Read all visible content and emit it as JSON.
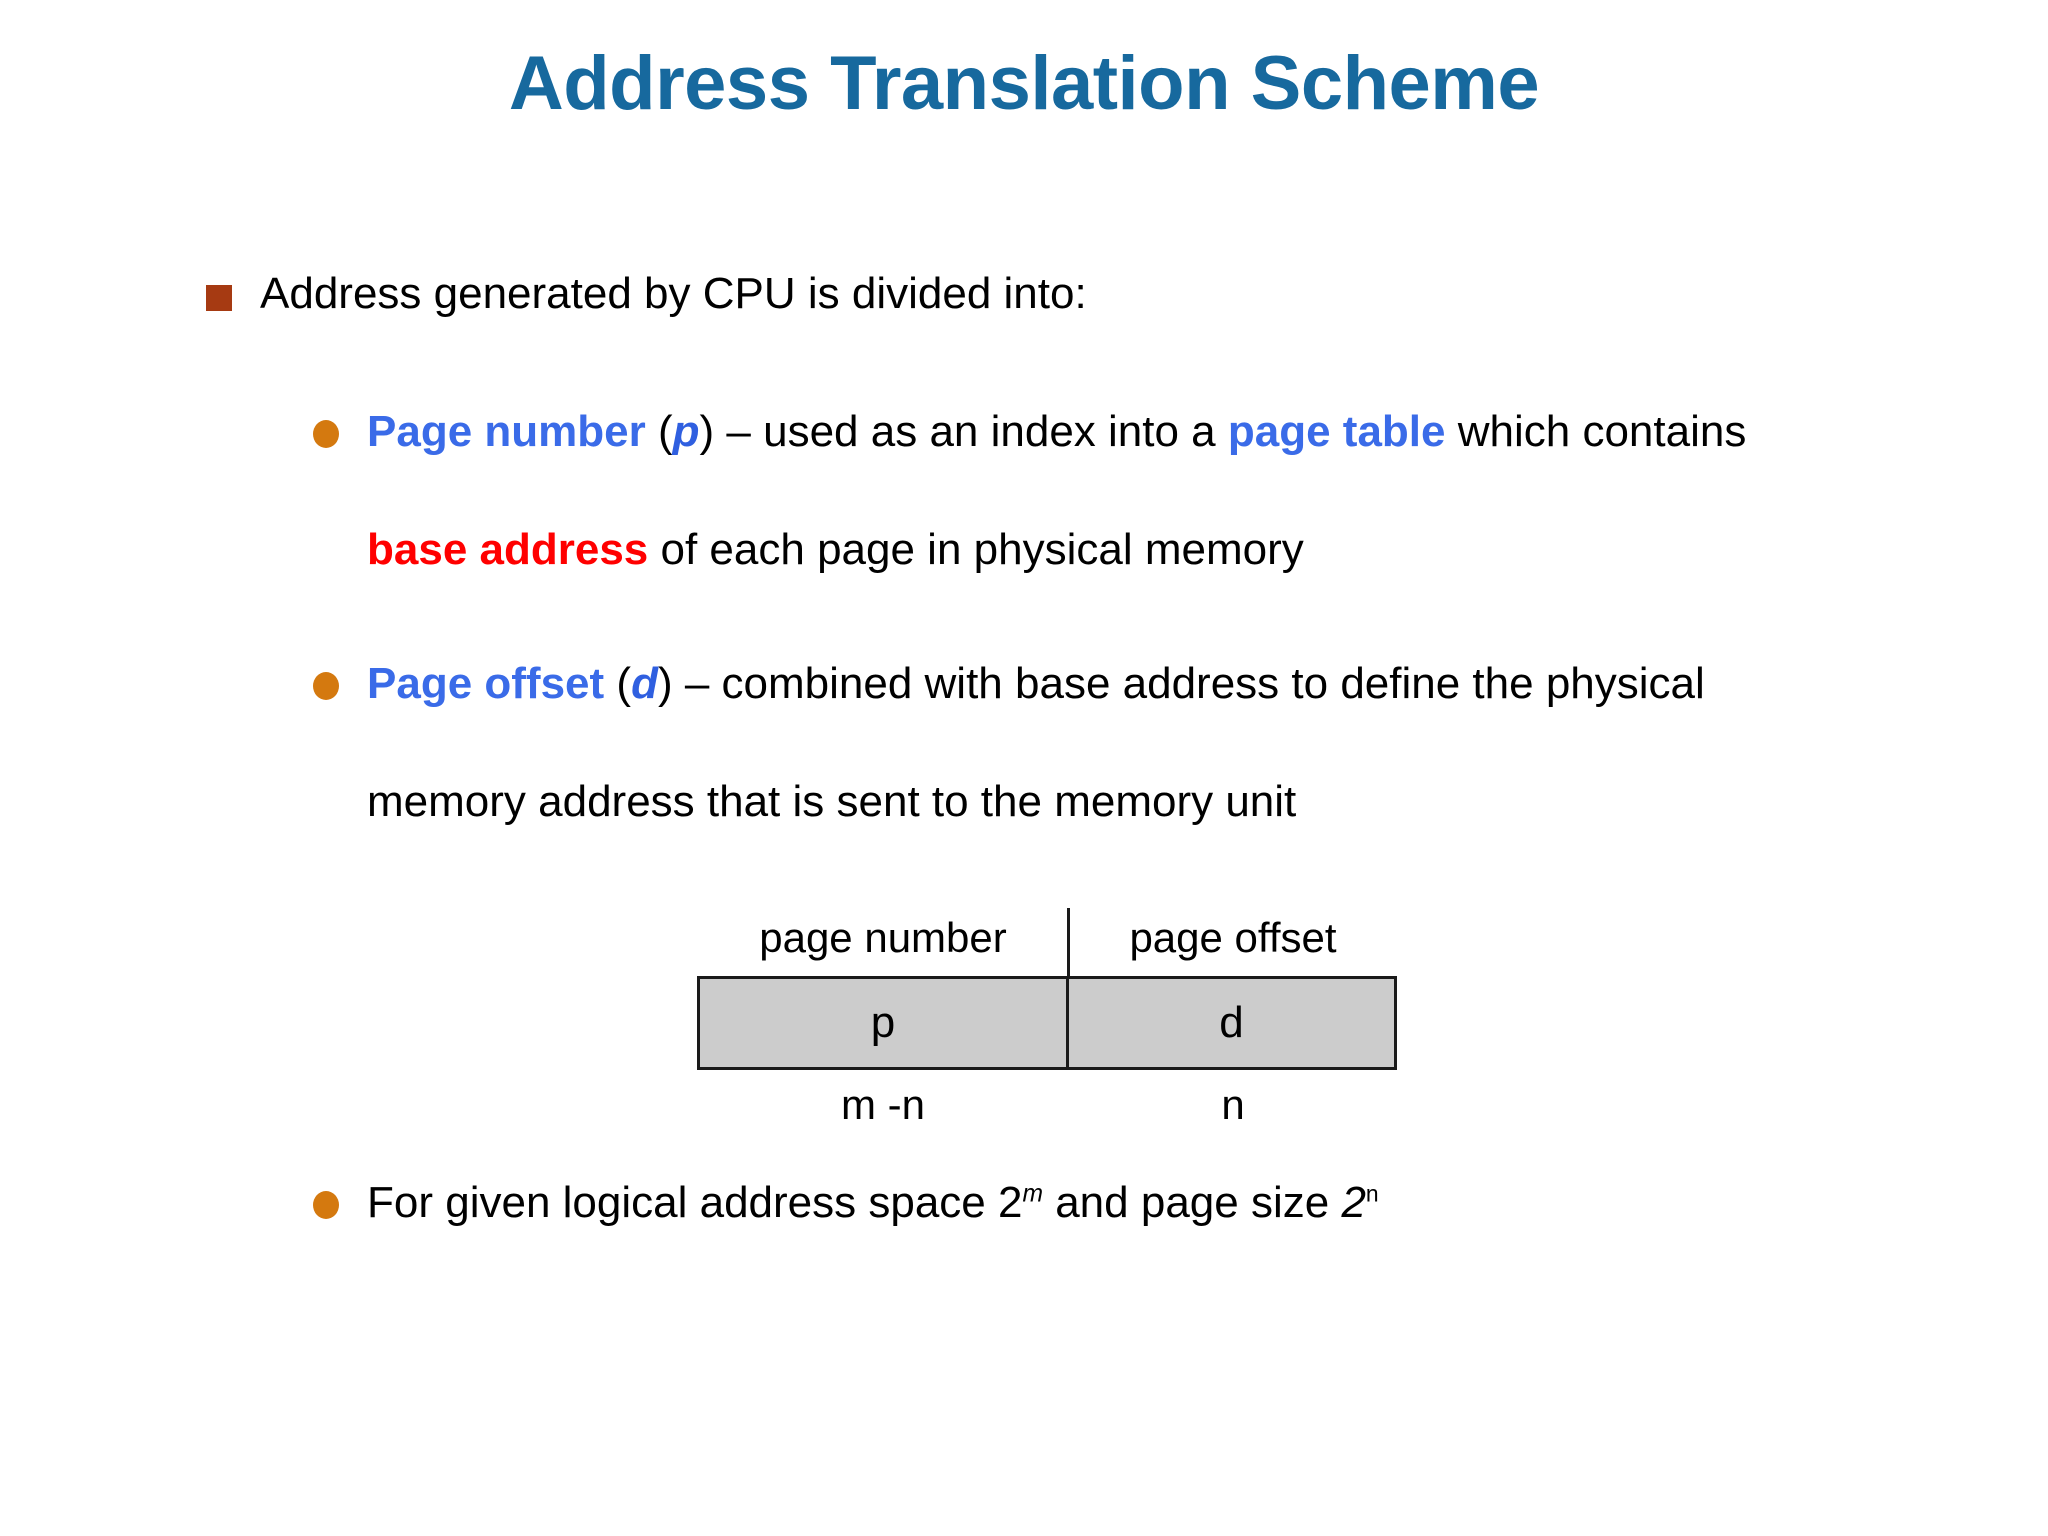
{
  "slide": {
    "title": "Address Translation Scheme",
    "title_color": "#17699E"
  },
  "bullets": {
    "intro": {
      "marker": "square-marker",
      "marker_color": "#A63A12",
      "text": "Address generated by CPU is divided into:"
    },
    "page_number": {
      "marker": "circle-marker",
      "marker_color": "#D4790F",
      "keyword": "Page number",
      "symbol_open": "(",
      "symbol": "p",
      "symbol_close": ")",
      "dash": " – used as an index into a ",
      "keyword2": "page table",
      "tail": " which contains",
      "line2_keyword": "base address",
      "line2_tail": " of each page in physical memory"
    },
    "page_offset": {
      "marker": "circle-marker",
      "marker_color": "#D4790F",
      "keyword": "Page offset",
      "symbol_open": "(",
      "symbol": "d",
      "symbol_close": ")",
      "dash": " – combined with base address to define the physical",
      "line2": "memory address that is sent to the memory unit"
    },
    "address_space": {
      "marker": "circle-marker",
      "marker_color": "#D4790F",
      "prefix": "For given logical address space 2",
      "exp1": "m",
      "middle": " and page size ",
      "base2": "2",
      "exp2": "n"
    }
  },
  "address_diagram": {
    "header_left": "page number",
    "header_right": "page offset",
    "cell_left": "p",
    "cell_right": "d",
    "footer_left": "m -n",
    "footer_right": "n",
    "fill_color": "#CCCCCC",
    "border_color": "#1a1a1a"
  }
}
